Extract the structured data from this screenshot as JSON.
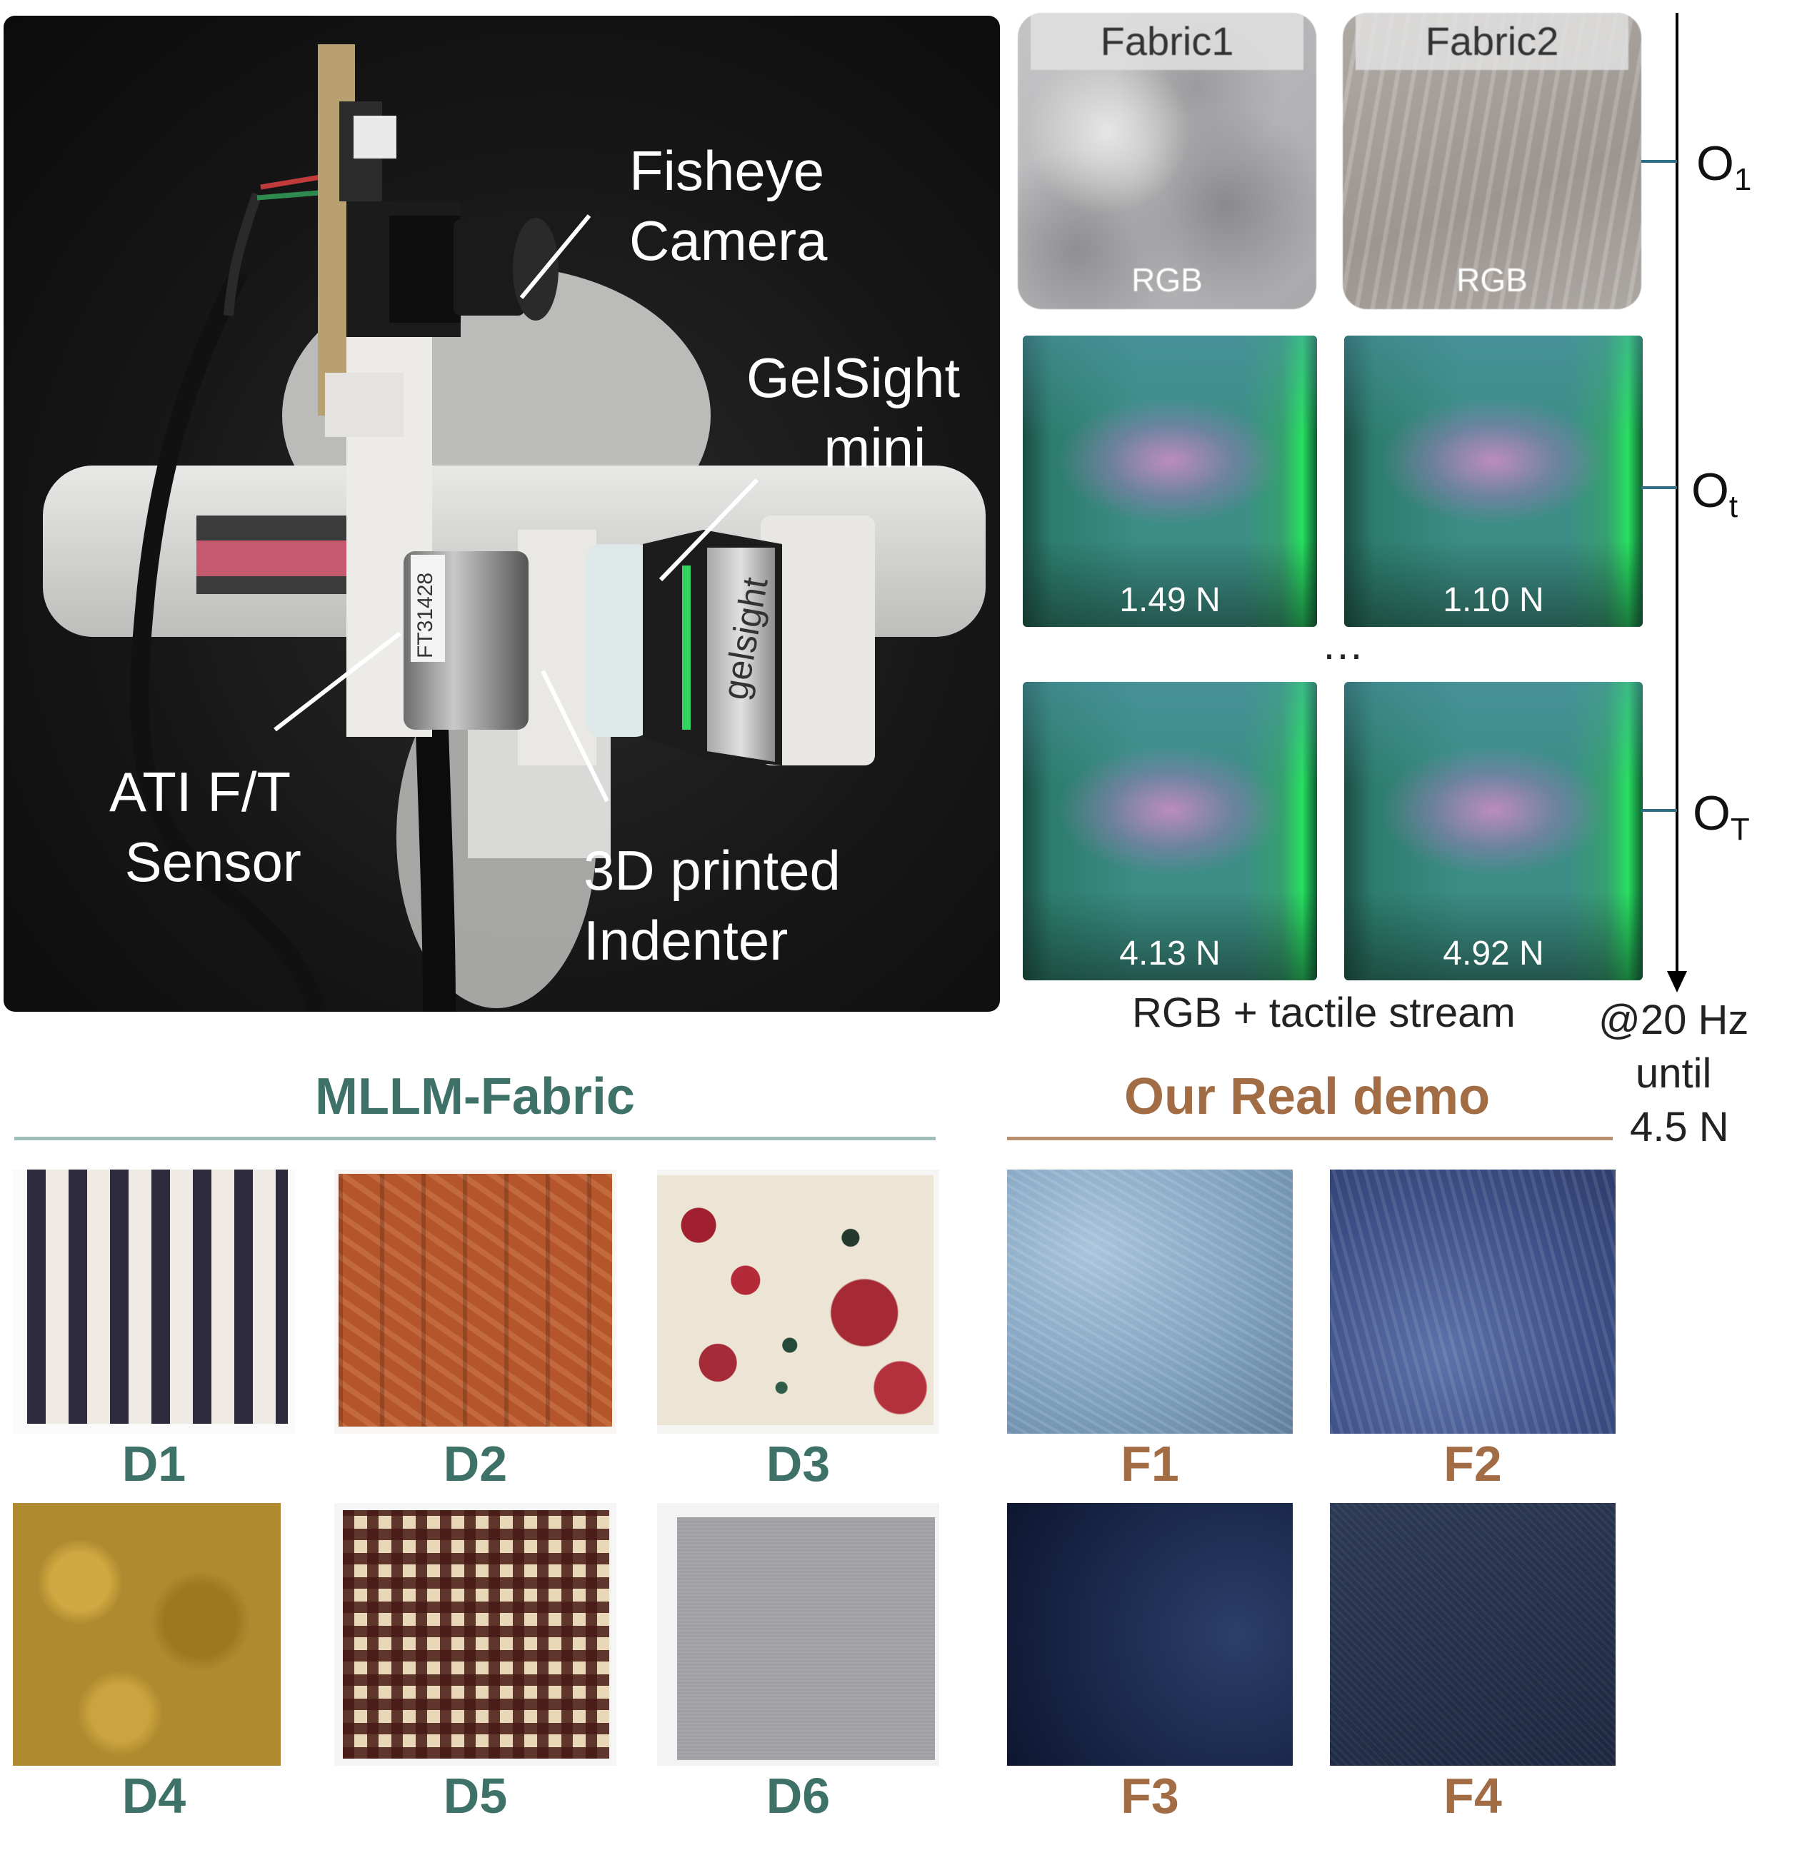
{
  "photo": {
    "labels": {
      "fisheye": "Fisheye\nCamera",
      "gelsight": "GelSight\n     mini",
      "ati": "ATI F/T\n Sensor",
      "indenter": "3D printed\nIndenter",
      "ft_serial": "FT31428",
      "gelsight_brand": "gelsight"
    }
  },
  "observations": {
    "columns": [
      "Fabric1",
      "Fabric2"
    ],
    "rgb_label": "RGB",
    "tactile_forces": {
      "row_t": [
        "1.49 N",
        "1.10 N"
      ],
      "row_T": [
        "4.13 N",
        "4.92 N"
      ]
    },
    "ellipsis": "…",
    "axis": {
      "o1": "O",
      "o1_sub": "1",
      "ot": "O",
      "ot_sub": "t",
      "oT": "O",
      "oT_sub": "T"
    },
    "stream_label": "RGB + tactile stream",
    "rate_label": "@20 Hz",
    "until_label": "until",
    "force_limit": "4.5 N"
  },
  "datasets": {
    "mllm": {
      "title": "MLLM-Fabric",
      "color": "#3e7167",
      "items": [
        "D1",
        "D2",
        "D3",
        "D4",
        "D5",
        "D6"
      ]
    },
    "real": {
      "title": "Our Real demo",
      "color": "#a26c45",
      "items": [
        "F1",
        "F2",
        "F3",
        "F4"
      ]
    }
  }
}
